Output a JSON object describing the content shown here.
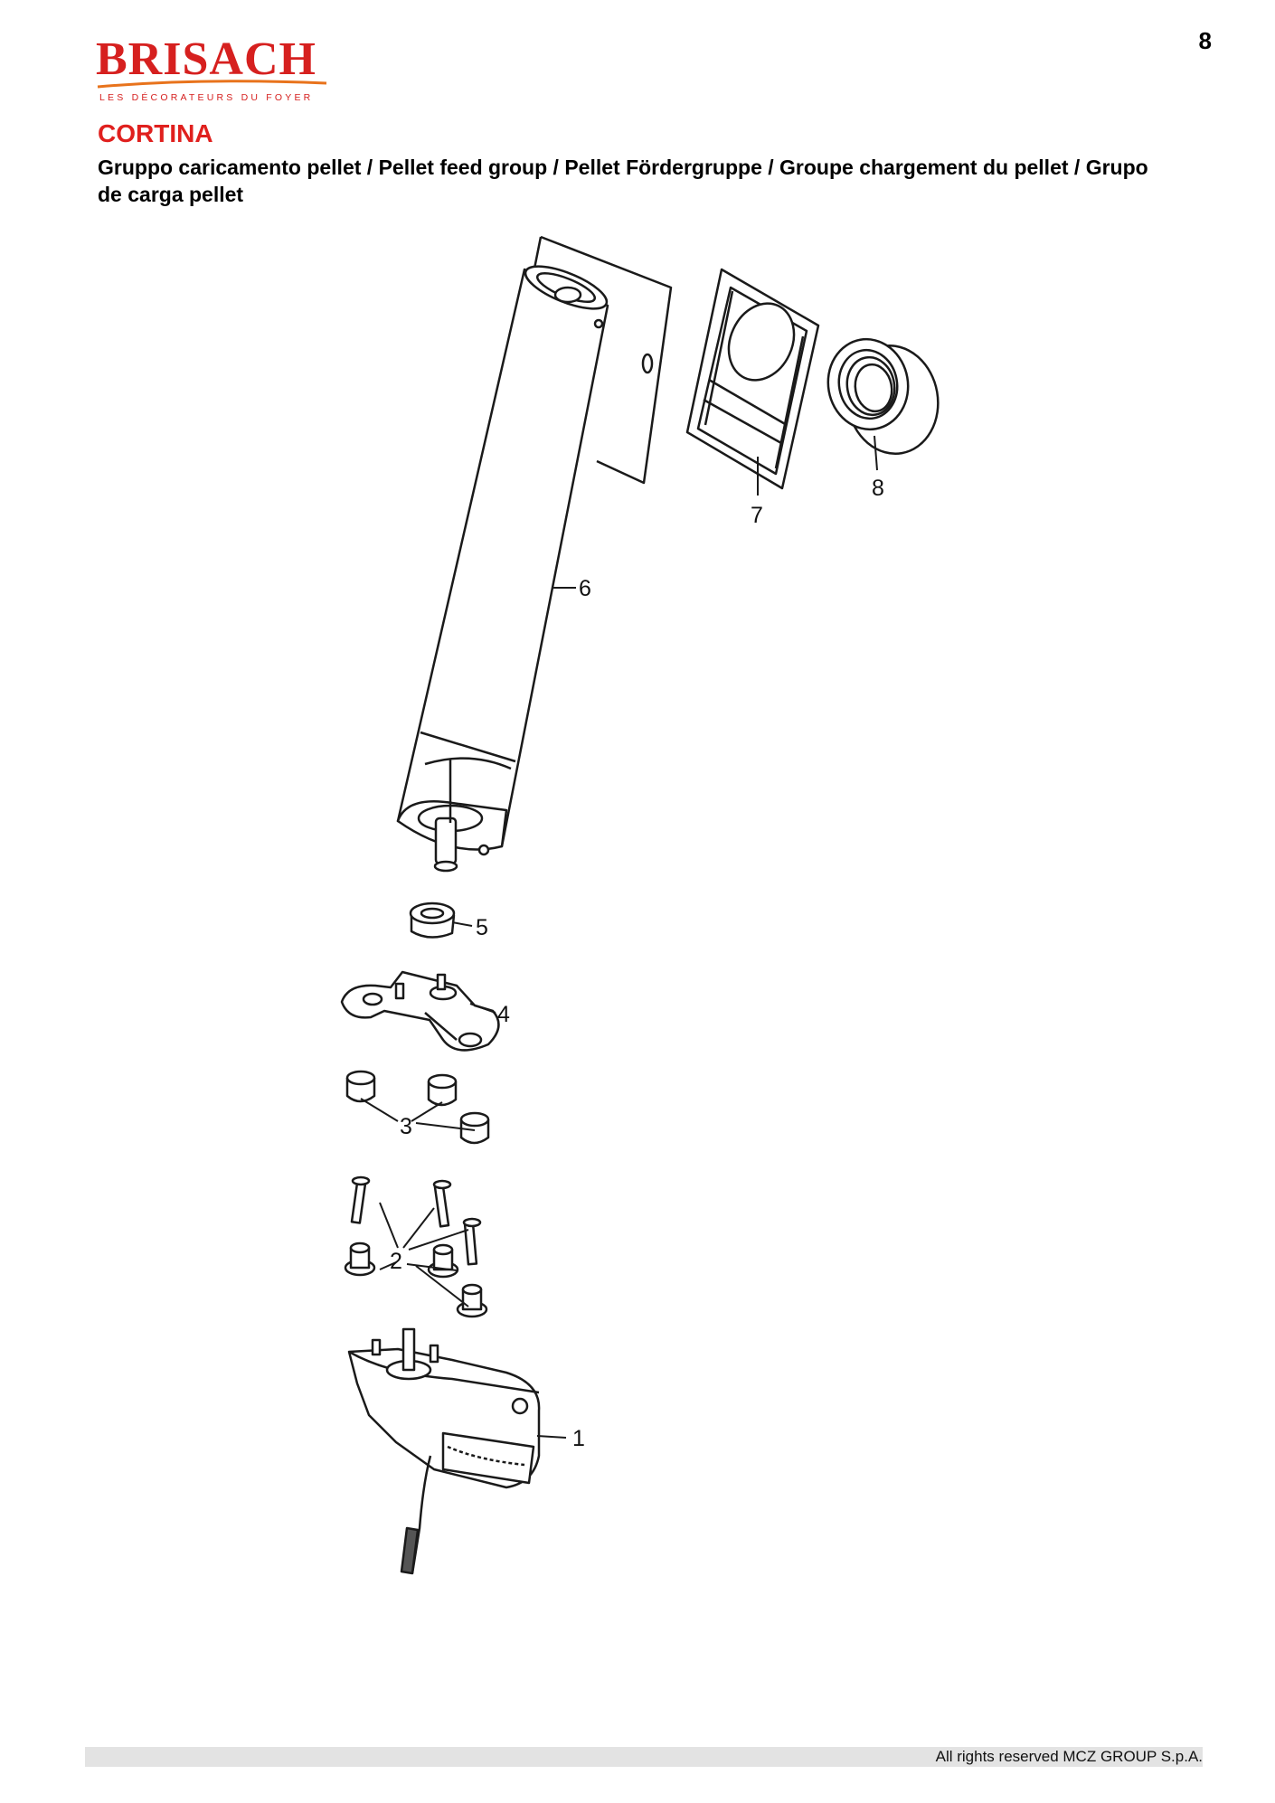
{
  "page_number": "8",
  "brand": {
    "name": "BRISACH",
    "tagline": "LES DÉCORATEURS DU FOYER",
    "color": "#d6201f"
  },
  "product": "CORTINA",
  "subtitle": "Gruppo caricamento pellet / Pellet feed group / Pellet Fördergruppe / Groupe chargement du pellet / Grupo de carga pellet",
  "callouts": [
    "1",
    "2",
    "3",
    "4",
    "5",
    "6",
    "7",
    "8"
  ],
  "footer": "All rights reserved MCZ GROUP S.p.A."
}
